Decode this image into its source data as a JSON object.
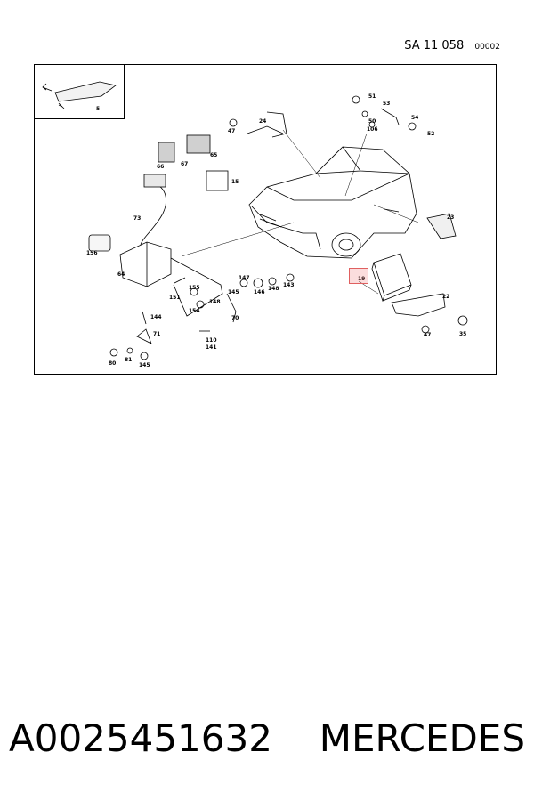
{
  "header": {
    "ref": "SA  11 058",
    "code": "00002"
  },
  "labels": {
    "l5": "5",
    "l24": "24",
    "l47a": "47",
    "l51": "51",
    "l53": "53",
    "l50": "50",
    "l106": "106",
    "l54": "54",
    "l52": "52",
    "l65": "65",
    "l66": "66",
    "l67": "67",
    "l15": "15",
    "l73": "73",
    "l156": "156",
    "l64": "64",
    "l23": "23",
    "l19": "19",
    "l22": "22",
    "l47b": "47",
    "l35": "35",
    "l147": "147",
    "l145": "145",
    "l146": "146",
    "l148a": "148",
    "l143": "143",
    "l155": "155",
    "l151": "151",
    "l148b": "148",
    "l154": "154",
    "l70": "70",
    "l144": "144",
    "l71": "71",
    "l110": "110",
    "l141": "141",
    "l80": "80",
    "l81": "81",
    "l145b": "145"
  },
  "footer": {
    "part_number": "A0025451632",
    "brand": "MERCEDES"
  }
}
